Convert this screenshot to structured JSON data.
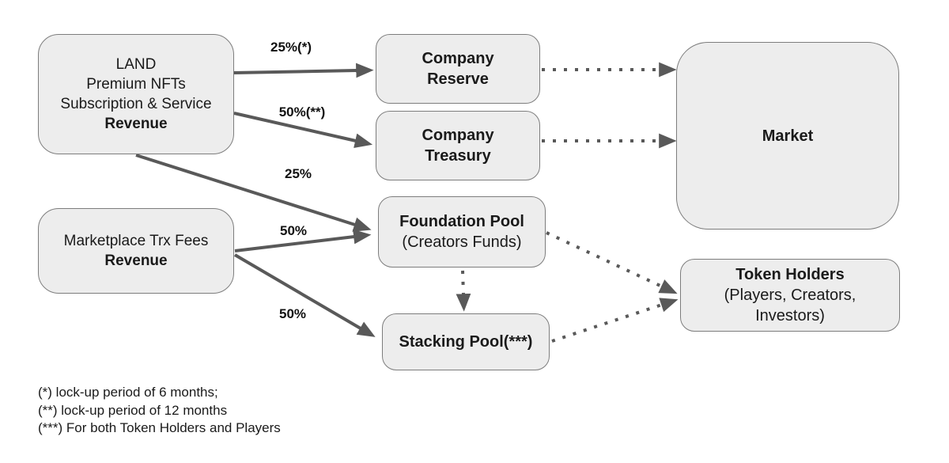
{
  "diagram": {
    "colors": {
      "node_fill": "#ededed",
      "node_border": "#7d7d7d",
      "arrow": "#595959",
      "text": "#1a1a1a",
      "background": "#ffffff"
    },
    "nodes": {
      "land": {
        "lines": [
          "LAND",
          "Premium NFTs",
          "Subscription & Service",
          "Revenue"
        ]
      },
      "marketplace": {
        "lines": [
          "Marketplace Trx Fees",
          "Revenue"
        ]
      },
      "company_reserve": {
        "lines": [
          "Company",
          "Reserve"
        ]
      },
      "company_treasury": {
        "lines": [
          "Company",
          "Treasury"
        ]
      },
      "foundation_pool": {
        "lines": [
          "Foundation Pool",
          "(Creators Funds)"
        ]
      },
      "stacking_pool": {
        "lines": [
          "Stacking Pool(***)"
        ]
      },
      "market": {
        "lines": [
          "Market"
        ]
      },
      "token_holders": {
        "lines": [
          "Token Holders",
          "(Players, Creators,",
          "Investors)"
        ]
      }
    },
    "edges": [
      {
        "from": "land",
        "to": "company_reserve",
        "label": "25%(*)",
        "style": "solid"
      },
      {
        "from": "land",
        "to": "company_treasury",
        "label": "50%(**)",
        "style": "solid"
      },
      {
        "from": "land",
        "to": "foundation_pool",
        "label": "25%",
        "style": "solid"
      },
      {
        "from": "marketplace",
        "to": "foundation_pool",
        "label": "50%",
        "style": "solid"
      },
      {
        "from": "marketplace",
        "to": "stacking_pool",
        "label": "50%",
        "style": "solid"
      },
      {
        "from": "company_reserve",
        "to": "market",
        "label": "",
        "style": "dotted"
      },
      {
        "from": "company_treasury",
        "to": "market",
        "label": "",
        "style": "dotted"
      },
      {
        "from": "foundation_pool",
        "to": "token_holders",
        "label": "",
        "style": "dotted"
      },
      {
        "from": "stacking_pool",
        "to": "token_holders",
        "label": "",
        "style": "dotted"
      },
      {
        "from": "foundation_pool",
        "to": "stacking_pool",
        "label": "",
        "style": "dotted"
      }
    ],
    "footnotes": [
      "(*) lock-up period of 6 months;",
      "(**) lock-up period of 12 months",
      "(***) For both Token Holders and Players"
    ]
  }
}
